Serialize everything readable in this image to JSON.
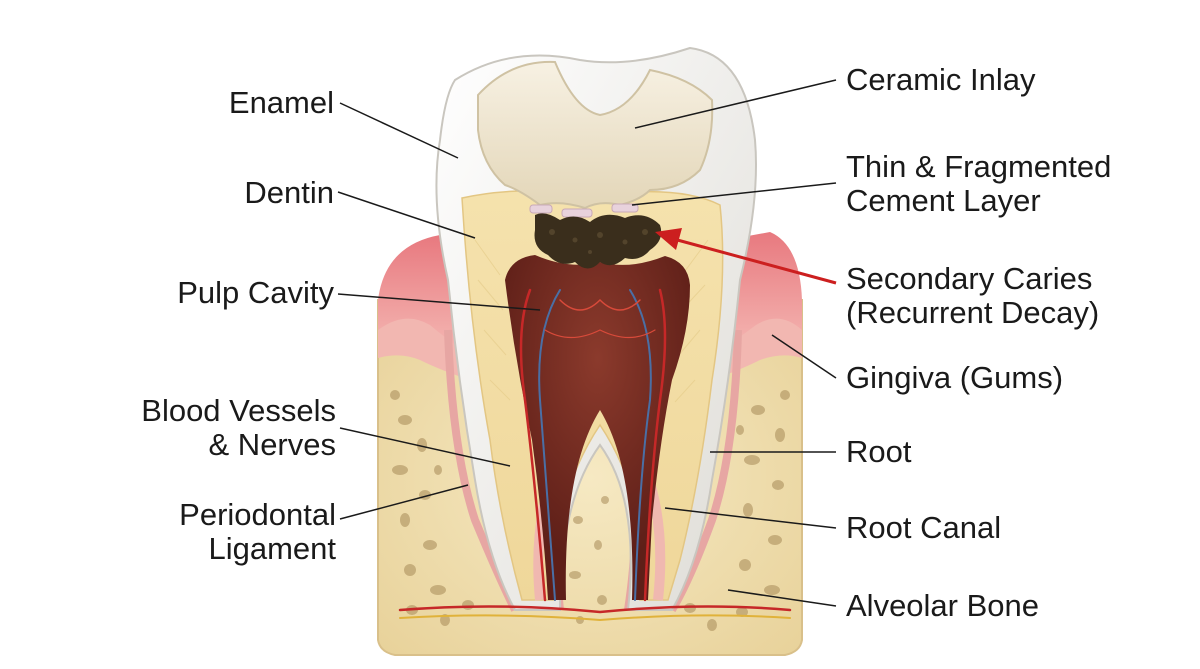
{
  "labels": {
    "enamel": "Enamel",
    "dentin": "Dentin",
    "pulp_cavity": "Pulp Cavity",
    "blood_vessels_1": "Blood Vessels",
    "blood_vessels_2": "& Nerves",
    "periodontal_1": "Periodontal",
    "periodontal_2": "Ligament",
    "ceramic_inlay": "Ceramic Inlay",
    "cement_1": "Thin & Fragmented",
    "cement_2": "Cement Layer",
    "caries_1": "Secondary Caries",
    "caries_2": "(Recurrent Decay)",
    "gingiva": "Gingiva (Gums)",
    "root": "Root",
    "root_canal": "Root Canal",
    "alveolar_bone": "Alveolar Bone"
  },
  "colors": {
    "enamel": "#f1f1ee",
    "dentin": "#f2dfa8",
    "pulp": "#7a2e22",
    "gum": "#e89a9a",
    "bone": "#f0e0b6",
    "caries": "#3a2e1c",
    "inlay": "#efe6d2",
    "arrow": "#cc1f1f"
  }
}
